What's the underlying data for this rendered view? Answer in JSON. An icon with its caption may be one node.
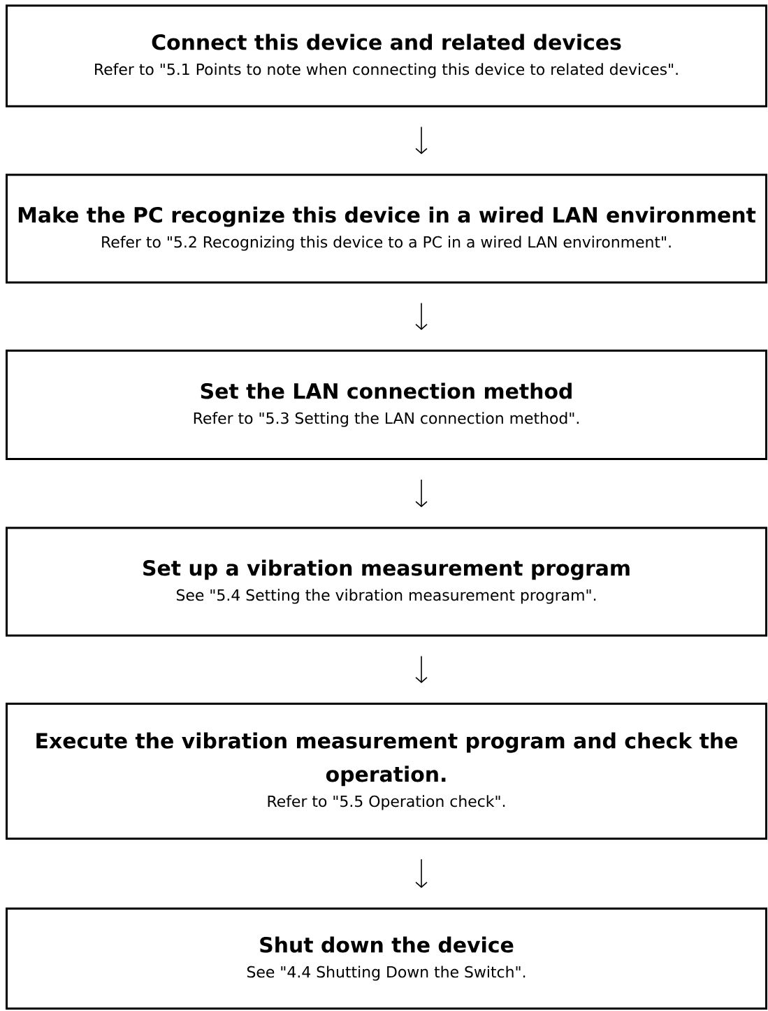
{
  "diagram": {
    "nodes": [
      {
        "text": [
          "Connect this device and related devices",
          "Refer to \"5.1 Points to note when connecting this device to related devices\"."
        ]
      },
      {
        "text": [
          "Make the PC recognize this device in a wired LAN environment",
          "Refer to \"5.2 Recognizing this device to a PC in a wired LAN environment\"."
        ]
      },
      {
        "text": [
          "Set the LAN connection method",
          "Refer to \"5.3 Setting the LAN connection method\"."
        ]
      },
      {
        "text": [
          "Set up a vibration measurement program",
          "See \"5.4 Setting the vibration measurement program\"."
        ]
      },
      {
        "text": [
          "Execute the vibration measurement program and check the operation.",
          "Refer to \"5.5 Operation check\"."
        ]
      },
      {
        "text": [
          "Shut down the device",
          "See \"4.4 Shutting Down the Switch\"."
        ]
      }
    ],
    "edges": [
      {
        "from": 0,
        "to": 1,
        "arrow": "to"
      },
      {
        "from": 1,
        "to": 2,
        "arrow": "to"
      },
      {
        "from": 2,
        "to": 3,
        "arrow": "to"
      },
      {
        "from": 3,
        "to": 4,
        "arrow": "to"
      },
      {
        "from": 4,
        "to": 5,
        "arrow": "to"
      }
    ]
  }
}
